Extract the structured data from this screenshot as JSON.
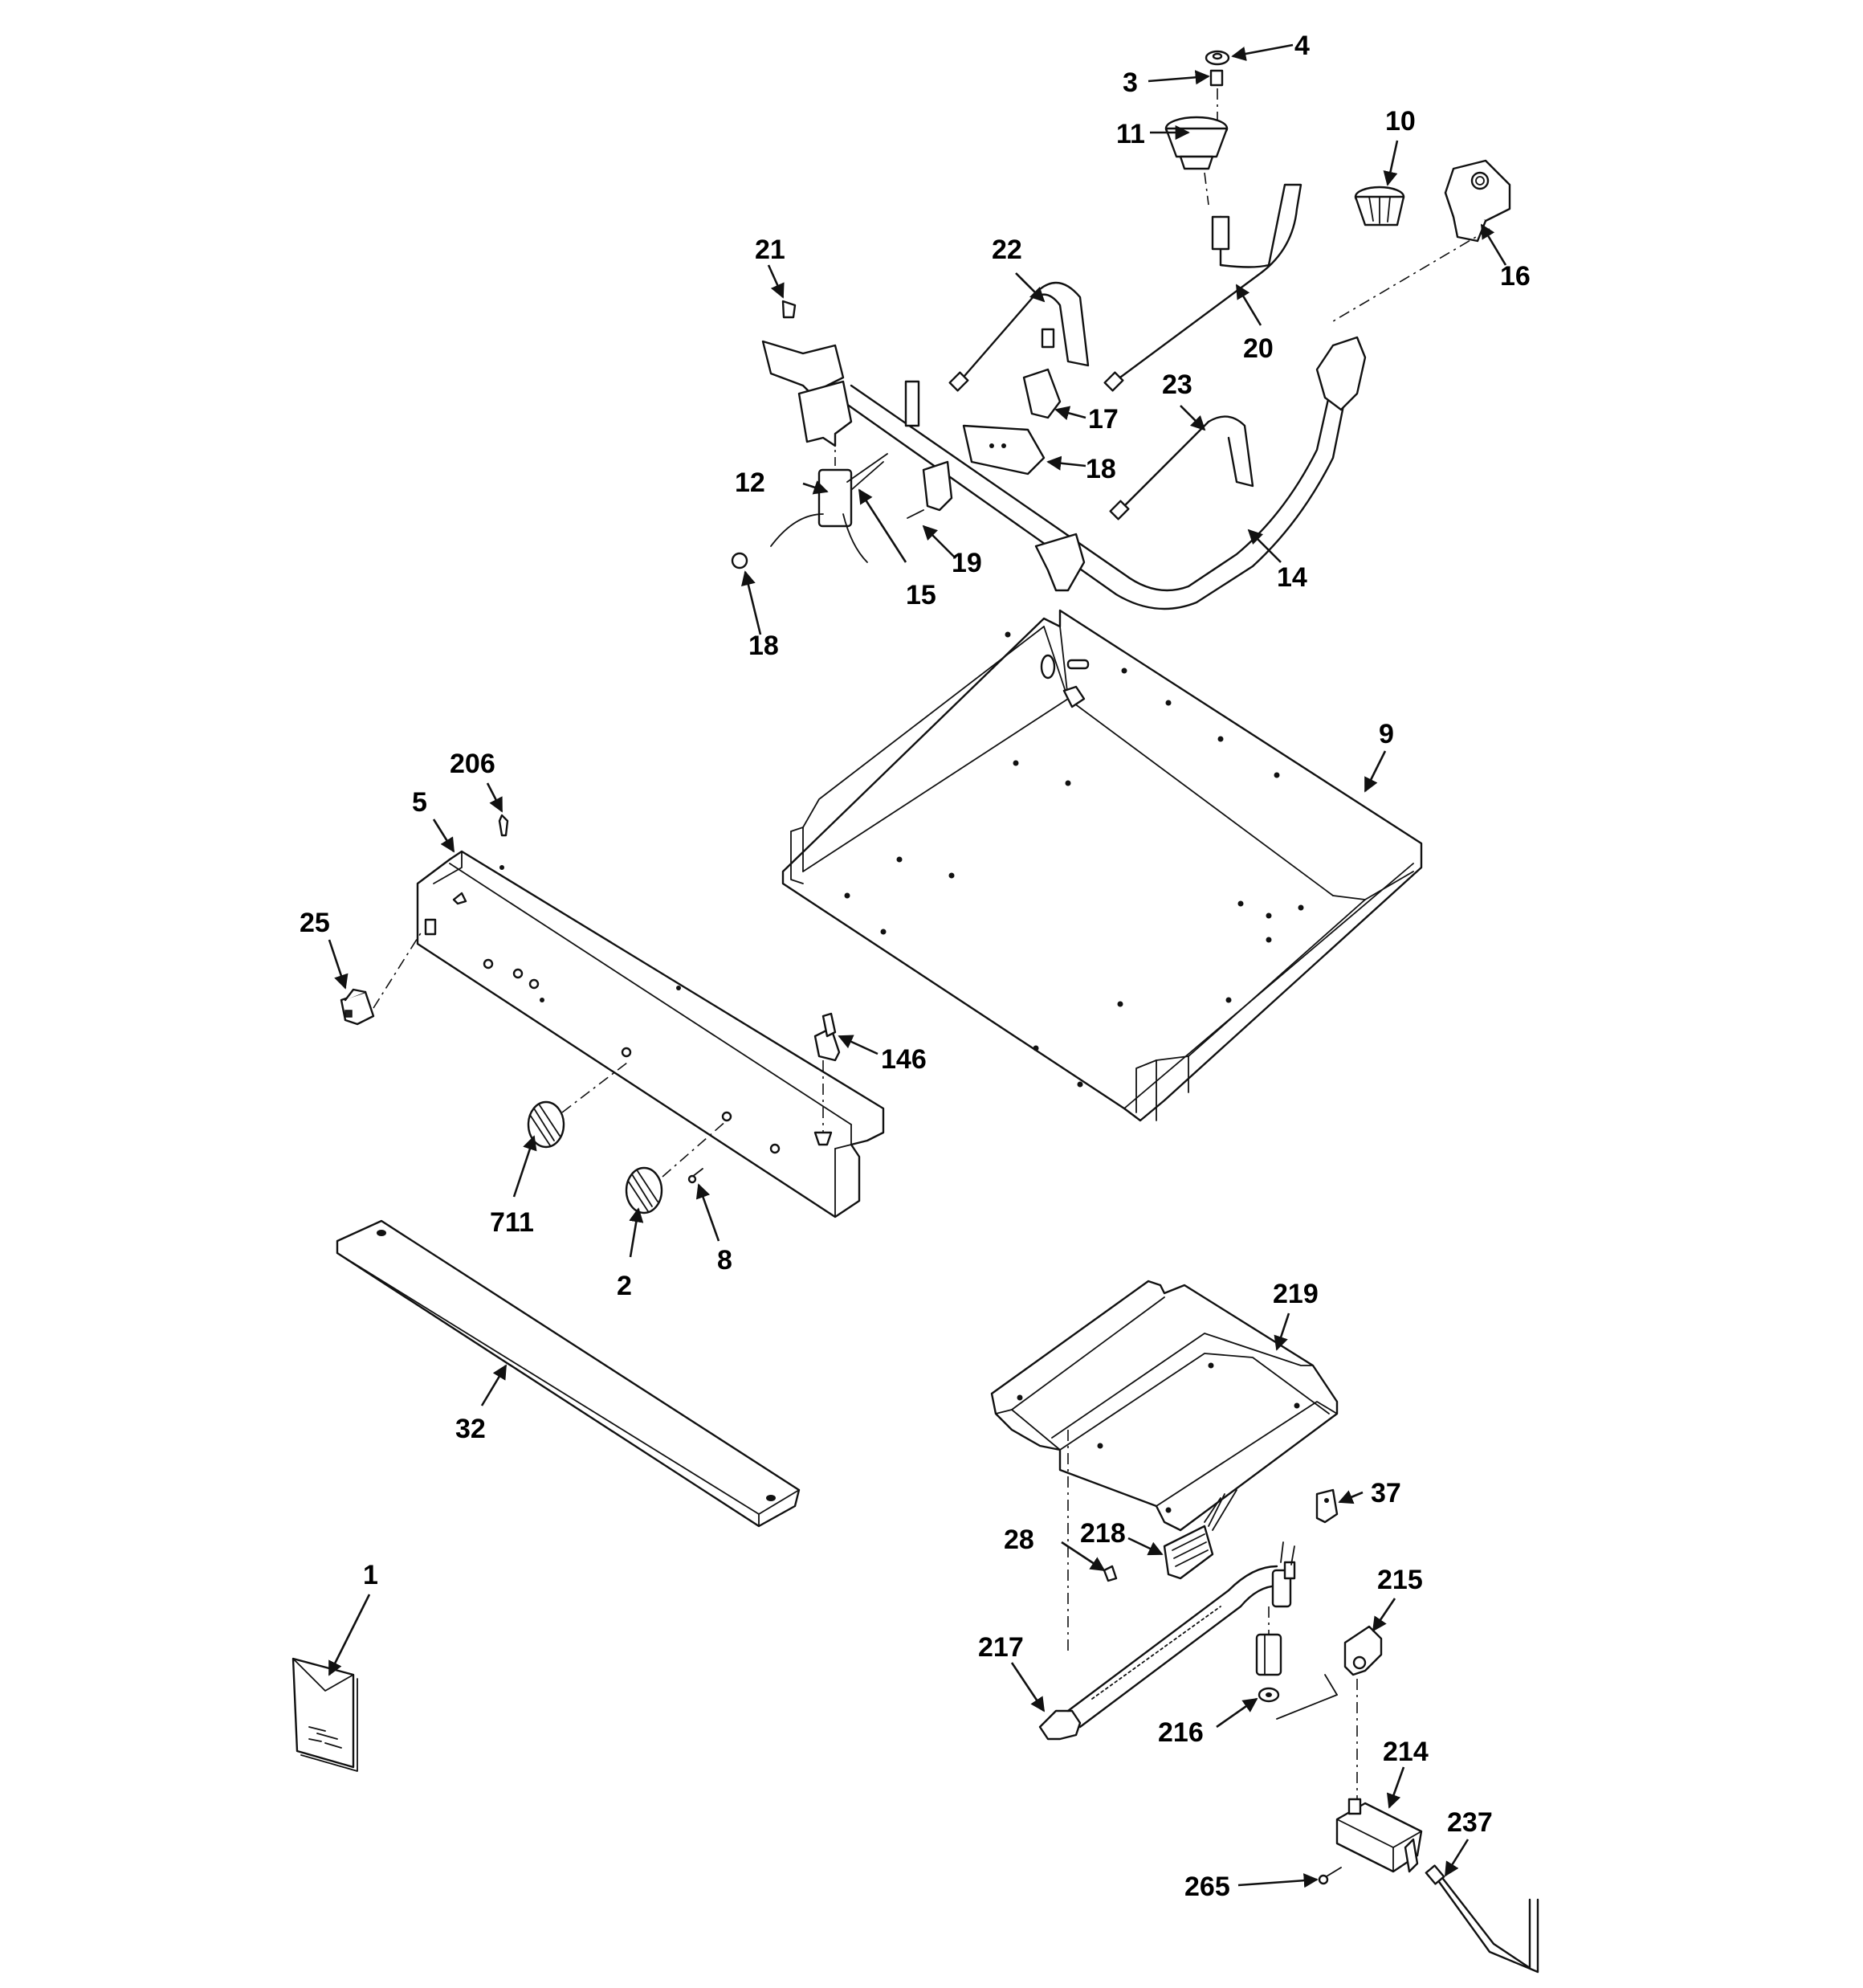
{
  "labels": {
    "p1": "1",
    "p2": "2",
    "p3": "3",
    "p4": "4",
    "p5": "5",
    "p8": "8",
    "p9": "9",
    "p10": "10",
    "p11": "11",
    "p12": "12",
    "p14": "14",
    "p15": "15",
    "p16": "16",
    "p17": "17",
    "p18a": "18",
    "p18b": "18",
    "p19": "19",
    "p20": "20",
    "p21": "21",
    "p22": "22",
    "p23": "23",
    "p25": "25",
    "p28": "28",
    "p32": "32",
    "p37": "37",
    "p146": "146",
    "p206": "206",
    "p214": "214",
    "p215": "215",
    "p216": "216",
    "p217": "217",
    "p218": "218",
    "p219": "219",
    "p237": "237",
    "p265": "265",
    "p711": "711"
  }
}
